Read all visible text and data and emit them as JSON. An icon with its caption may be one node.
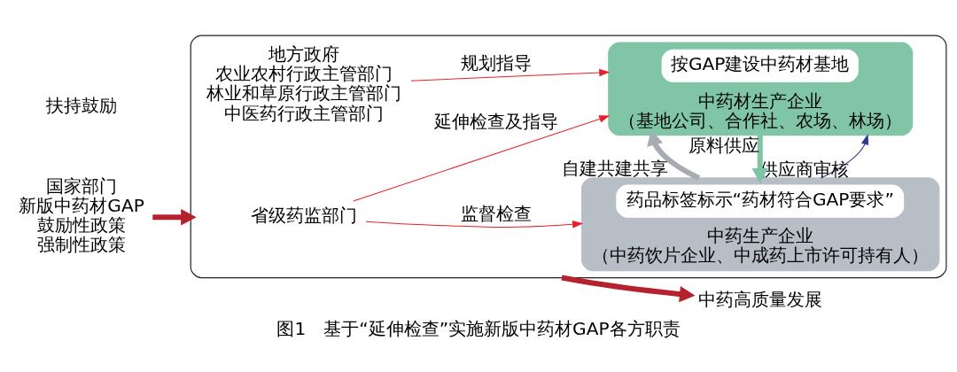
{
  "diagram": {
    "caption": "图1　基于“延伸检查”实施新版中药材GAP各方职责",
    "nodes": [
      {
        "text": [
          "国家部门",
          "新版中药材GAP",
          "鼓励性政策",
          "强制性政策"
        ]
      },
      {
        "text": [],
        "shape": "box"
      },
      {
        "text": [
          "省级药监部门"
        ],
        "in": 1
      },
      {
        "text": [
          "中药生产企业",
          "（中药饮片企业、中成药上市许可持有人）"
        ],
        "in": 1
      },
      {
        "text": [
          "药品标签标示“药材符合GAP要求”"
        ],
        "in": 3
      },
      {
        "text": [
          "中药材生产企业",
          "（基地公司、合作社、农场、林场）"
        ],
        "in": 1
      },
      {
        "text": [
          "按GAP建设中药材基地"
        ],
        "in": 5
      },
      {
        "text": [
          "地方政府",
          "农业农村行政主管部门",
          "林业和草原行政主管部门",
          "中医药行政主管部门"
        ],
        "in": 1
      },
      {
        "text": [
          "中药高质量发展"
        ]
      }
    ],
    "edges": [
      {
        "from": 0,
        "to": 1,
        "arrow": "to",
        "style": "thick",
        "color": "#b5222d"
      },
      {
        "from": 2,
        "to": 3,
        "arrow": "to",
        "label": "监督检查"
      },
      {
        "from": 2,
        "to": 5,
        "arrow": "to",
        "label": "延伸检查及指导"
      },
      {
        "from": 3,
        "to": 5,
        "arrow": "to",
        "label": "供应商审核",
        "color": "#2b3990"
      },
      {
        "from": 3,
        "to": 5,
        "arrow": "to",
        "label": "自建共建共享",
        "style": "thick",
        "color": "#a7acb2"
      },
      {
        "from": 5,
        "to": 3,
        "arrow": "to",
        "label": "原料供应",
        "style": "thick",
        "color": "#7fc4a4"
      },
      {
        "from": 7,
        "to": 5,
        "arrow": "to",
        "label": "规划指导"
      },
      {
        "from": 1,
        "to": 8,
        "arrow": "to",
        "style": "thick",
        "color": "#b5222d"
      }
    ],
    "labels": [
      "扶持鼓励"
    ]
  }
}
